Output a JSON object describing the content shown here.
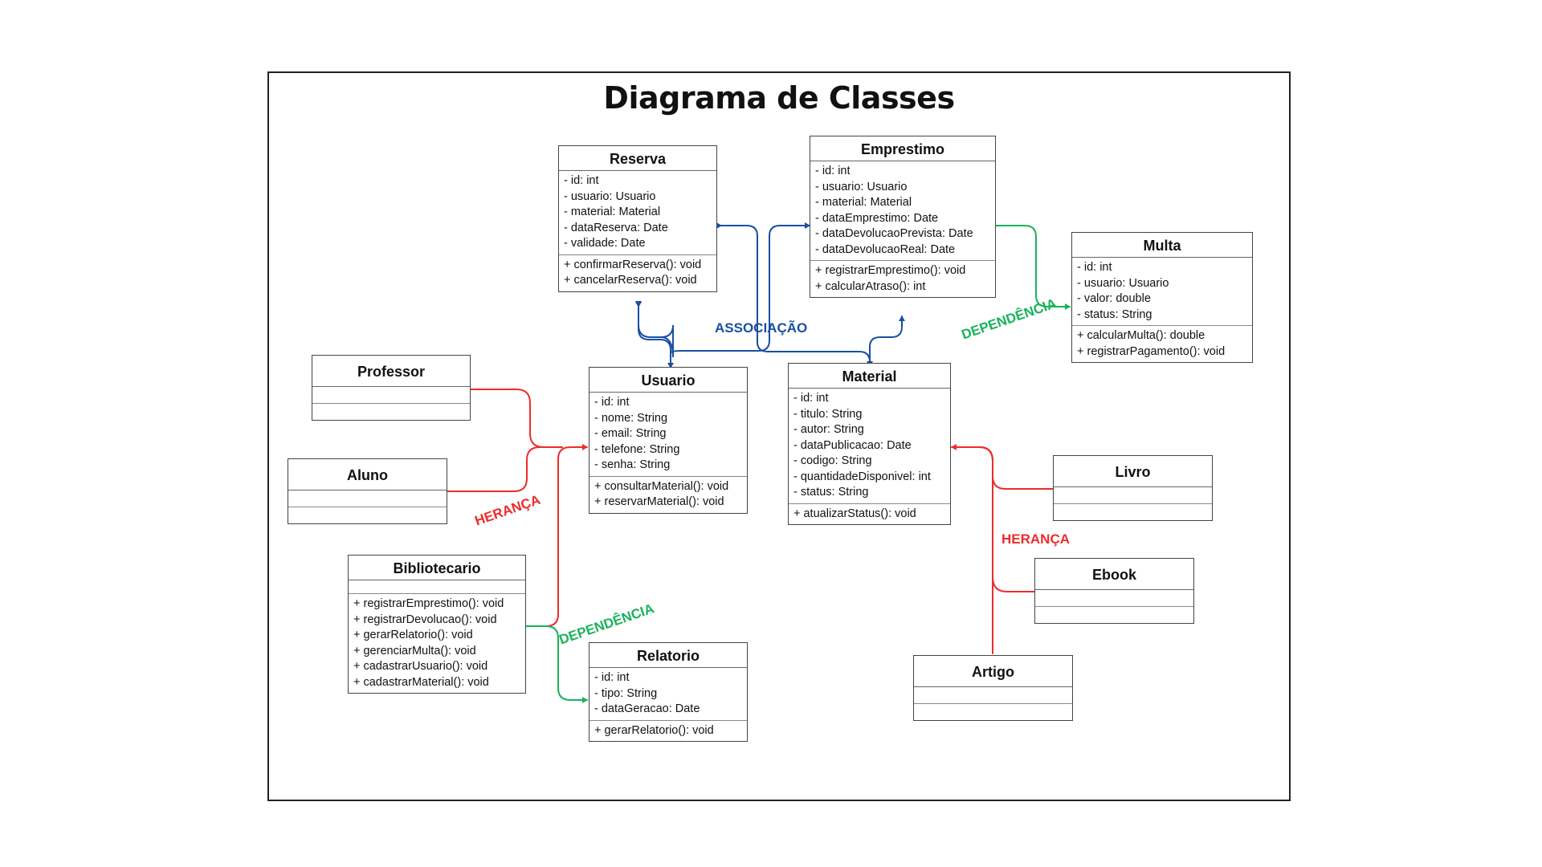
{
  "title": "Diagrama de Classes",
  "colors": {
    "association": "#1a4fa3",
    "inheritance": "#ee2c2c",
    "dependency": "#19b35a"
  },
  "classes": {
    "reserva": {
      "name": "Reserva",
      "attributes": [
        "- id: int",
        "- usuario: Usuario",
        "- material: Material",
        "- dataReserva: Date",
        "- validade: Date"
      ],
      "methods": [
        "+ confirmarReserva(): void",
        "+ cancelarReserva(): void"
      ]
    },
    "emprestimo": {
      "name": "Emprestimo",
      "attributes": [
        "- id: int",
        "- usuario: Usuario",
        "- material: Material",
        "- dataEmprestimo: Date",
        "- dataDevolucaoPrevista: Date",
        "- dataDevolucaoReal: Date"
      ],
      "methods": [
        "+ registrarEmprestimo(): void",
        "+ calcularAtraso(): int"
      ]
    },
    "multa": {
      "name": "Multa",
      "attributes": [
        "- id: int",
        "- usuario: Usuario",
        "- valor: double",
        "- status: String"
      ],
      "methods": [
        "+ calcularMulta(): double",
        "+ registrarPagamento(): void"
      ]
    },
    "usuario": {
      "name": "Usuario",
      "attributes": [
        "- id: int",
        "- nome: String",
        "- email: String",
        "- telefone: String",
        "- senha: String"
      ],
      "methods": [
        "+ consultarMaterial(): void",
        "+ reservarMaterial(): void"
      ]
    },
    "material": {
      "name": "Material",
      "attributes": [
        "- id: int",
        "- titulo: String",
        "- autor: String",
        "- dataPublicacao: Date",
        "- codigo: String",
        "- quantidadeDisponivel: int",
        "- status: String"
      ],
      "methods": [
        "+ atualizarStatus(): void"
      ]
    },
    "professor": {
      "name": "Professor"
    },
    "aluno": {
      "name": "Aluno"
    },
    "bibliotecario": {
      "name": "Bibliotecario",
      "attributes": [],
      "methods": [
        "+ registrarEmprestimo(): void",
        "+ registrarDevolucao(): void",
        "+ gerarRelatorio(): void",
        "+ gerenciarMulta(): void",
        "+ cadastrarUsuario(): void",
        "+ cadastrarMaterial(): void"
      ]
    },
    "relatorio": {
      "name": "Relatorio",
      "attributes": [
        "- id: int",
        "- tipo: String",
        "- dataGeracao: Date"
      ],
      "methods": [
        "+ gerarRelatorio(): void"
      ]
    },
    "livro": {
      "name": "Livro"
    },
    "ebook": {
      "name": "Ebook"
    },
    "artigo": {
      "name": "Artigo"
    }
  },
  "labels": {
    "associacao": "ASSOCIAÇÃO",
    "dependencia_multa": "DEPENDÊNCIA",
    "heranca_usuario": "HERANÇA",
    "dependencia_relatorio": "DEPENDÊNCIA",
    "heranca_material": "HERANÇA"
  }
}
